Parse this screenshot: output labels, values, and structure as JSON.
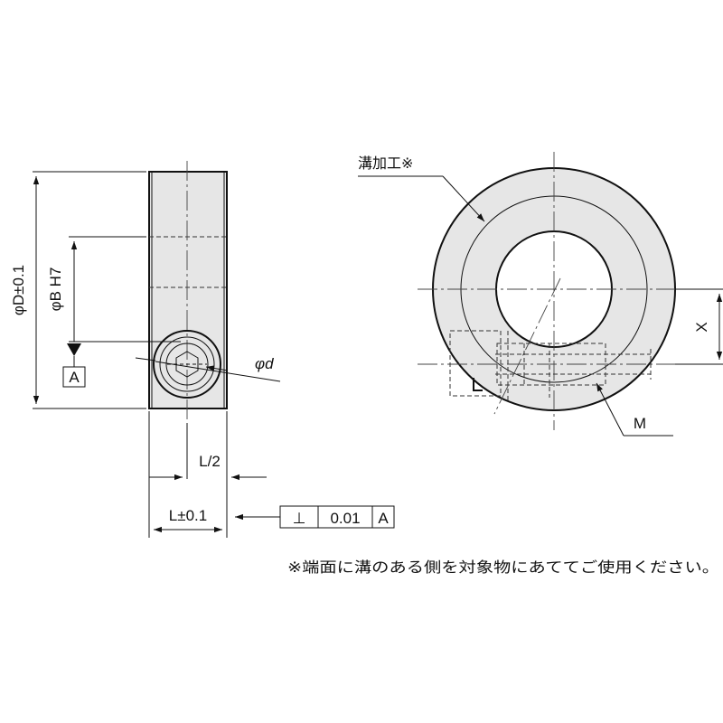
{
  "labels": {
    "dia_D": "φD±0.1",
    "dia_B": "φB H7",
    "datum_A": "A",
    "dia_d": "φd",
    "half_L": "L/2",
    "length_L": "L±0.1",
    "groove": "溝加工※",
    "dim_X": "X",
    "thread_M": "M",
    "tolerance_symbol": "⊥",
    "tolerance_value": "0.01",
    "tolerance_datum": "A"
  },
  "note": "※端面に溝のある側を対象物にあててご使用ください。"
}
